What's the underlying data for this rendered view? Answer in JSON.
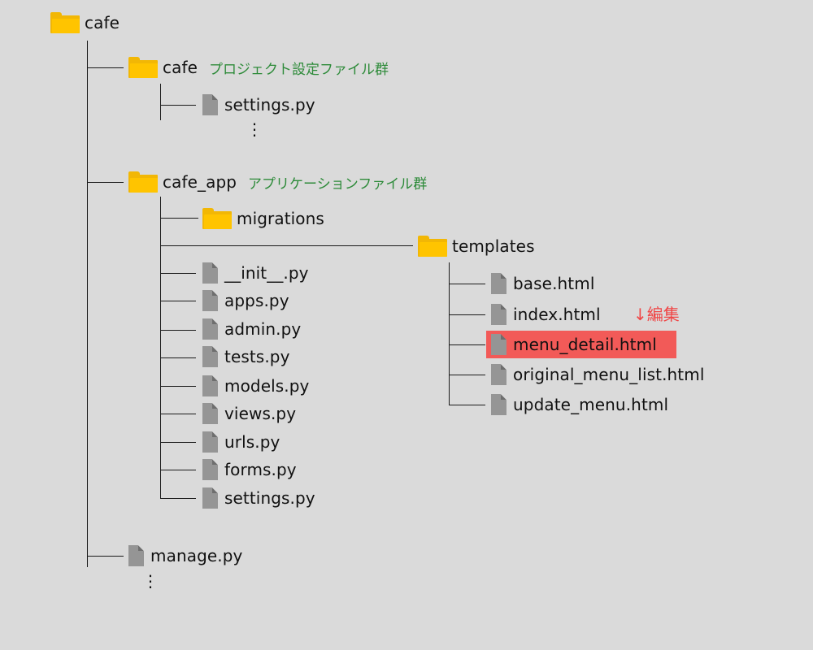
{
  "root": {
    "label": "cafe",
    "icon": "folder-icon"
  },
  "project": {
    "label": "cafe",
    "note": "プロジェクト設定ファイル群",
    "children": [
      "settings.py"
    ],
    "ellipsis": "⋮"
  },
  "app": {
    "label": "cafe_app",
    "note": "アプリケーションファイル群",
    "folders": [
      "migrations",
      "templates"
    ],
    "files": [
      "__init__.py",
      "apps.py",
      "admin.py",
      "tests.py",
      "models.py",
      "views.py",
      "urls.py",
      "forms.py",
      "settings.py"
    ]
  },
  "templates": {
    "files": [
      "base.html",
      "index.html",
      "menu_detail.html",
      "original_menu_list.html",
      "update_menu.html"
    ],
    "edit_note": "↓編集",
    "highlighted": "menu_detail.html",
    "highlight_color": "#f25a58"
  },
  "root_files": [
    "manage.py"
  ],
  "root_ellipsis": "⋮",
  "colors": {
    "folder": "#ffc400",
    "file": "#959595",
    "note": "#2e8b3a",
    "edit": "#f04545",
    "background": "#dadada"
  }
}
